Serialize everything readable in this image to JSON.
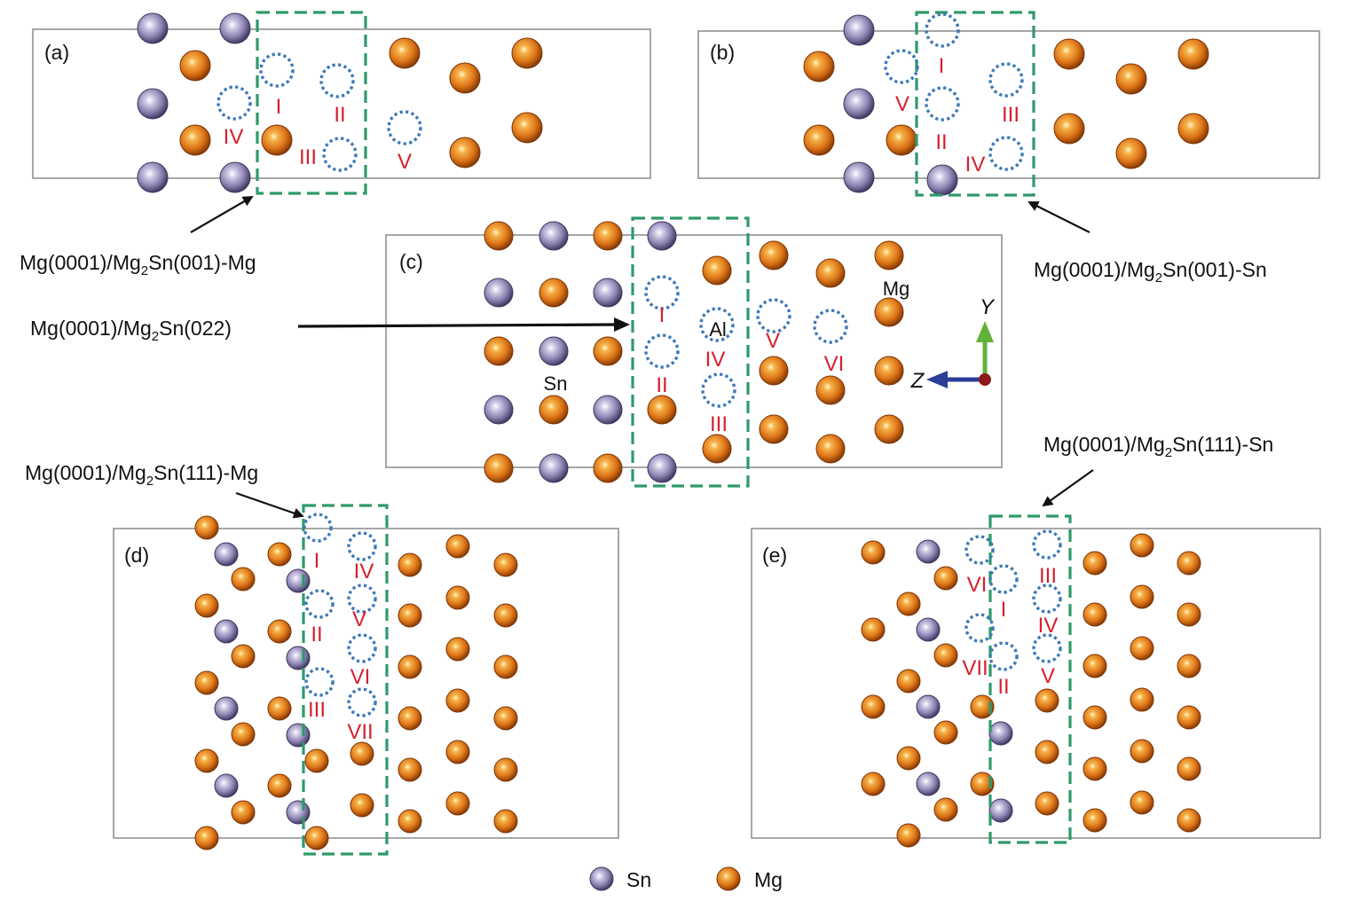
{
  "panels": [
    {
      "label": "(a)",
      "interface": "Mg(0001)/Mg2Sn(001)-Mg",
      "sites": [
        "I",
        "II",
        "III",
        "IV",
        "V"
      ]
    },
    {
      "label": "(b)",
      "interface": "Mg(0001)/Mg2Sn(001)-Sn",
      "sites": [
        "I",
        "II",
        "III",
        "IV",
        "V"
      ]
    },
    {
      "label": "(c)",
      "interface": "Mg(0001)/Mg2Sn(022)",
      "sites": [
        "I",
        "II",
        "III",
        "IV",
        "V",
        "VI"
      ],
      "atom_labels": {
        "sn": "Sn",
        "al": "Al",
        "mg": "Mg"
      }
    },
    {
      "label": "(d)",
      "interface": "Mg(0001)/Mg2Sn(111)-Mg",
      "sites": [
        "I",
        "II",
        "III",
        "IV",
        "V",
        "VI",
        "VII"
      ]
    },
    {
      "label": "(e)",
      "interface": "Mg(0001)/Mg2Sn(111)-Sn",
      "sites": [
        "I",
        "II",
        "III",
        "IV",
        "V",
        "VI",
        "VII"
      ]
    }
  ],
  "axes": {
    "y": "Y",
    "z": "Z"
  },
  "legend": [
    {
      "name": "Sn",
      "color": "#8e86b2"
    },
    {
      "name": "Mg",
      "color": "#e0781c"
    }
  ],
  "colors": {
    "mg": "#e0781c",
    "sn": "#8e86b2",
    "site": "#3a78b8",
    "interface_box": "#2e9a6a",
    "roman": "#d6202e",
    "y_arrow": "#62b23a",
    "z_arrow": "#2d3d9a",
    "origin": "#8c1a1a"
  }
}
